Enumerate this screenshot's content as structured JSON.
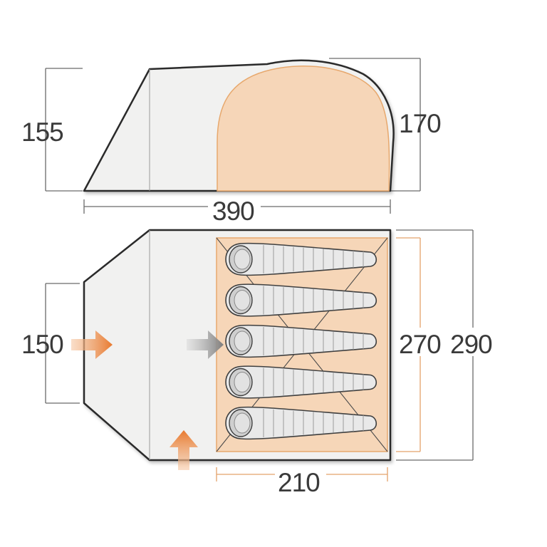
{
  "dimensions": {
    "side_height_front": "155",
    "side_height_peak": "170",
    "total_length": "390",
    "front_width": "150",
    "inner_width": "270",
    "total_width": "290",
    "inner_length": "210"
  },
  "sleeping_bags": {
    "count": 5
  },
  "arrows": {
    "side_entry": "arrow-right",
    "front_entry": "arrow-up",
    "inner_entry": "arrow-right"
  },
  "colors": {
    "outline": "#2b2b2b",
    "inner_fill": "#f6d6b8",
    "inner_stroke": "#e7a86d",
    "arrow_orange": "#e8792e",
    "arrow_grey": "#8a8a8a",
    "dimension_text": "#3a3a3a"
  }
}
